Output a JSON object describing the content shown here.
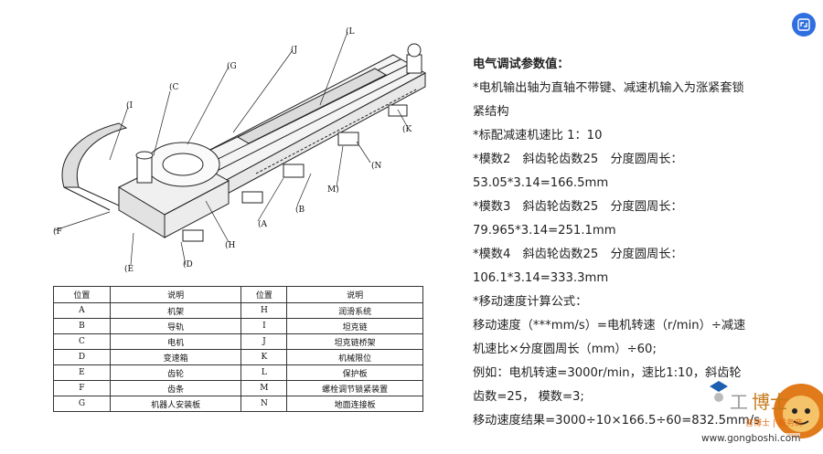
{
  "drawing": {
    "callouts": [
      "(A",
      "(B",
      "(C",
      "(D",
      "(E",
      "(F",
      "(G",
      "(H",
      "(I",
      "(J",
      "(K",
      "(L",
      "M)",
      "(N"
    ]
  },
  "table": {
    "headers": [
      "位置",
      "说明",
      "位置",
      "说明"
    ],
    "rows": [
      [
        "A",
        "机架",
        "H",
        "润滑系统"
      ],
      [
        "B",
        "导轨",
        "I",
        "坦克链"
      ],
      [
        "C",
        "电机",
        "J",
        "坦克链桥架"
      ],
      [
        "D",
        "变速箱",
        "K",
        "机械限位"
      ],
      [
        "E",
        "齿轮",
        "L",
        "保护板"
      ],
      [
        "F",
        "齿条",
        "M",
        "螺栓调节锁紧装置"
      ],
      [
        "G",
        "机器人安装板",
        "N",
        "地面连接板"
      ]
    ]
  },
  "params": {
    "heading": "电气调试参数值：",
    "lines": [
      "*电机输出轴为直轴不带键、减速机输入为涨紧套锁",
      "紧结构",
      "*标配减速机速比 1：10",
      "*模数2　斜齿轮齿数25　分度圆周长：",
      "53.05*3.14=166.5mm",
      "*模数3　斜齿轮齿数25　分度圆周长：",
      "79.965*3.14=251.1mm",
      "*模数4　斜齿轮齿数25　分度圆周长：",
      "106.1*3.14=333.3mm",
      "*移动速度计算公式：",
      "移动速度（***mm/s）=电机转速（r/min）÷减速",
      "机速比×分度圆周长（mm）÷60;",
      "例如：电机转速=3000r/min，速比1:10，斜齿轮",
      "齿数=25， 模数=3;",
      "移动速度结果=3000÷10×166.5÷60=832.5mm/s"
    ]
  },
  "watermark": {
    "url": "www.gongboshi.com",
    "tag": "普博士 | 服务商"
  },
  "colors": {
    "accent": "#2f6fe0",
    "mascot": "#e07a1a"
  }
}
